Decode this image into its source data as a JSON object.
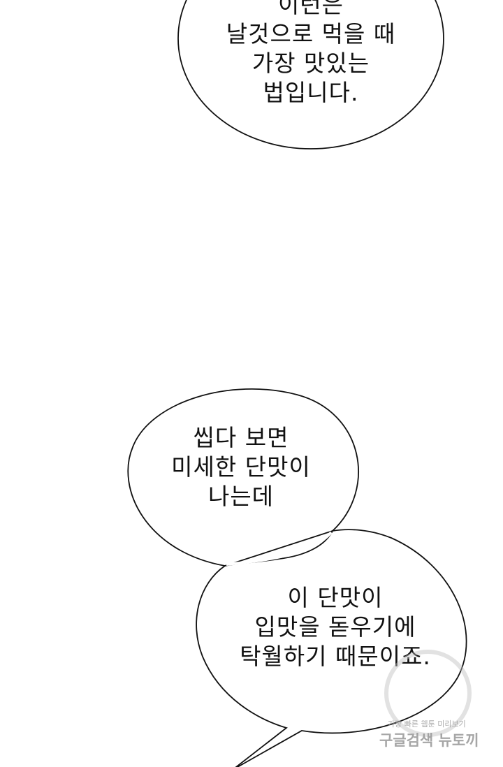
{
  "bubbles": {
    "top": {
      "lines": [
        "이런은",
        "날것으로 먹을 때",
        "가장 맛있는",
        "법입니다."
      ]
    },
    "middle": {
      "lines": [
        "씹다 보면",
        "미세한 단맛이",
        "나는데"
      ]
    },
    "lower": {
      "lines": [
        "이 단맛이",
        "입맛을 돋우기에",
        "탁월하기 때문이죠."
      ]
    }
  },
  "watermark": {
    "small_text": "가장 빠른 웹툰 미리보기",
    "big_text": "구글검색 뉴토끼"
  }
}
